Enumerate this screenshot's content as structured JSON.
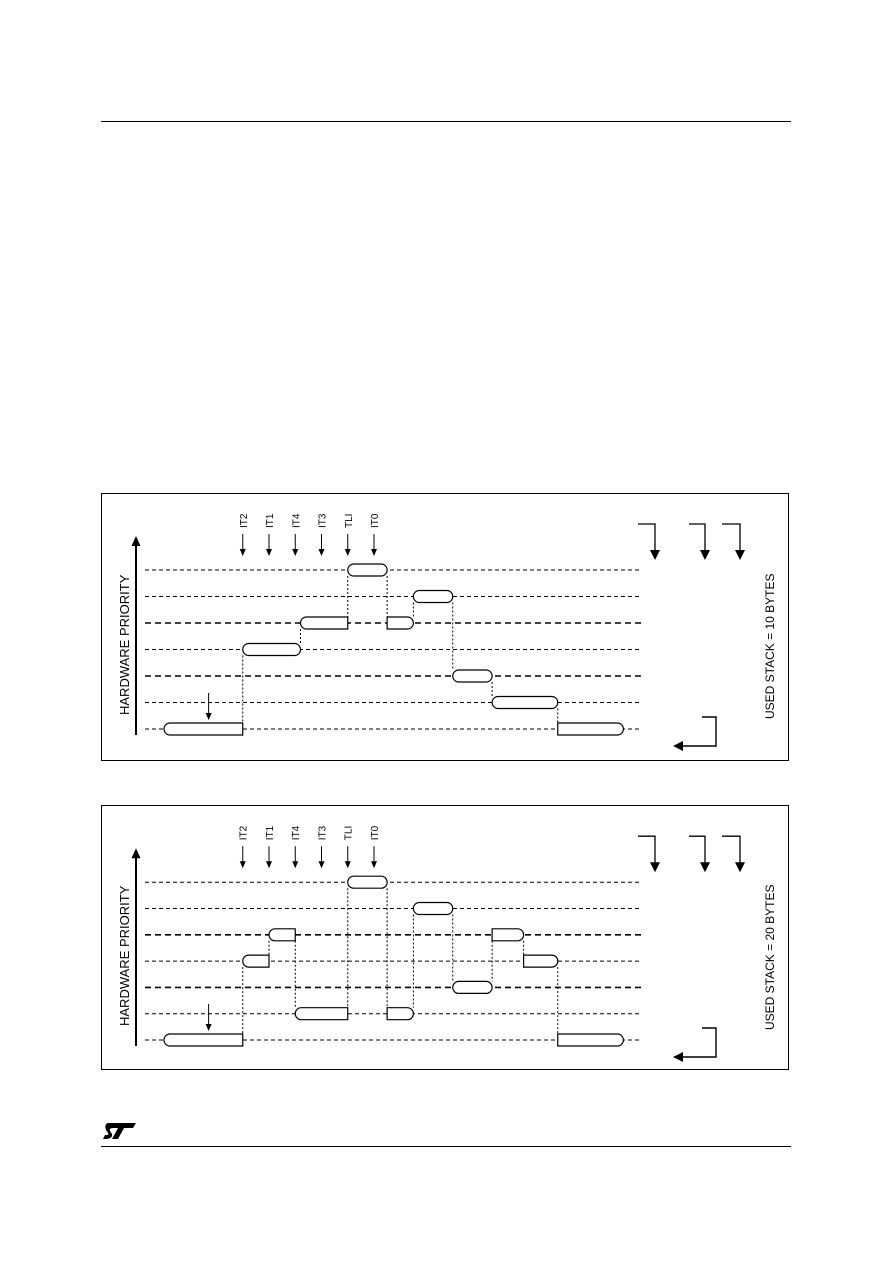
{
  "page": {
    "header_rule": true,
    "footer_rule": true,
    "logo": "st-logo"
  },
  "diagrams": [
    {
      "axis_label": "HARDWARE PRIORITY",
      "interrupt_labels": [
        "IT2",
        "IT1",
        "IT4",
        "IT3",
        "TLI",
        "IT0"
      ],
      "stack_label": "USED STACK = 10 BYTES",
      "segments": [
        {
          "level": 0,
          "start": 0.0,
          "end": 1.5,
          "shape": "left-round"
        },
        {
          "level": 3,
          "start": 1.5,
          "end": 2.6,
          "shape": "round"
        },
        {
          "level": 4,
          "start": 2.6,
          "end": 3.5,
          "shape": "left-round"
        },
        {
          "level": 6,
          "start": 3.5,
          "end": 4.25,
          "shape": "round"
        },
        {
          "level": 4,
          "start": 4.25,
          "end": 4.75,
          "shape": "right-round"
        },
        {
          "level": 5,
          "start": 4.75,
          "end": 5.5,
          "shape": "round"
        },
        {
          "level": 2,
          "start": 5.5,
          "end": 6.25,
          "shape": "round"
        },
        {
          "level": 1,
          "start": 6.25,
          "end": 7.5,
          "shape": "round"
        },
        {
          "level": 0,
          "start": 7.5,
          "end": 8.75,
          "shape": "right-round"
        }
      ]
    },
    {
      "axis_label": "HARDWARE PRIORITY",
      "interrupt_labels": [
        "IT2",
        "IT1",
        "IT4",
        "IT3",
        "TLI",
        "IT0"
      ],
      "stack_label": "USED STACK = 20 BYTES",
      "segments": [
        {
          "level": 0,
          "start": 0.0,
          "end": 1.5,
          "shape": "left-round"
        },
        {
          "level": 3,
          "start": 1.5,
          "end": 2.0,
          "shape": "left-round"
        },
        {
          "level": 4,
          "start": 2.0,
          "end": 2.5,
          "shape": "left-round"
        },
        {
          "level": 1,
          "start": 2.5,
          "end": 3.5,
          "shape": "left-round"
        },
        {
          "level": 6,
          "start": 3.5,
          "end": 4.25,
          "shape": "round"
        },
        {
          "level": 1,
          "start": 4.25,
          "end": 4.75,
          "shape": "right-round"
        },
        {
          "level": 5,
          "start": 4.75,
          "end": 5.5,
          "shape": "round"
        },
        {
          "level": 2,
          "start": 5.5,
          "end": 6.25,
          "shape": "round"
        },
        {
          "level": 4,
          "start": 6.25,
          "end": 6.85,
          "shape": "right-round"
        },
        {
          "level": 3,
          "start": 6.85,
          "end": 7.5,
          "shape": "right-round"
        },
        {
          "level": 0,
          "start": 7.5,
          "end": 8.75,
          "shape": "right-round"
        }
      ]
    }
  ]
}
